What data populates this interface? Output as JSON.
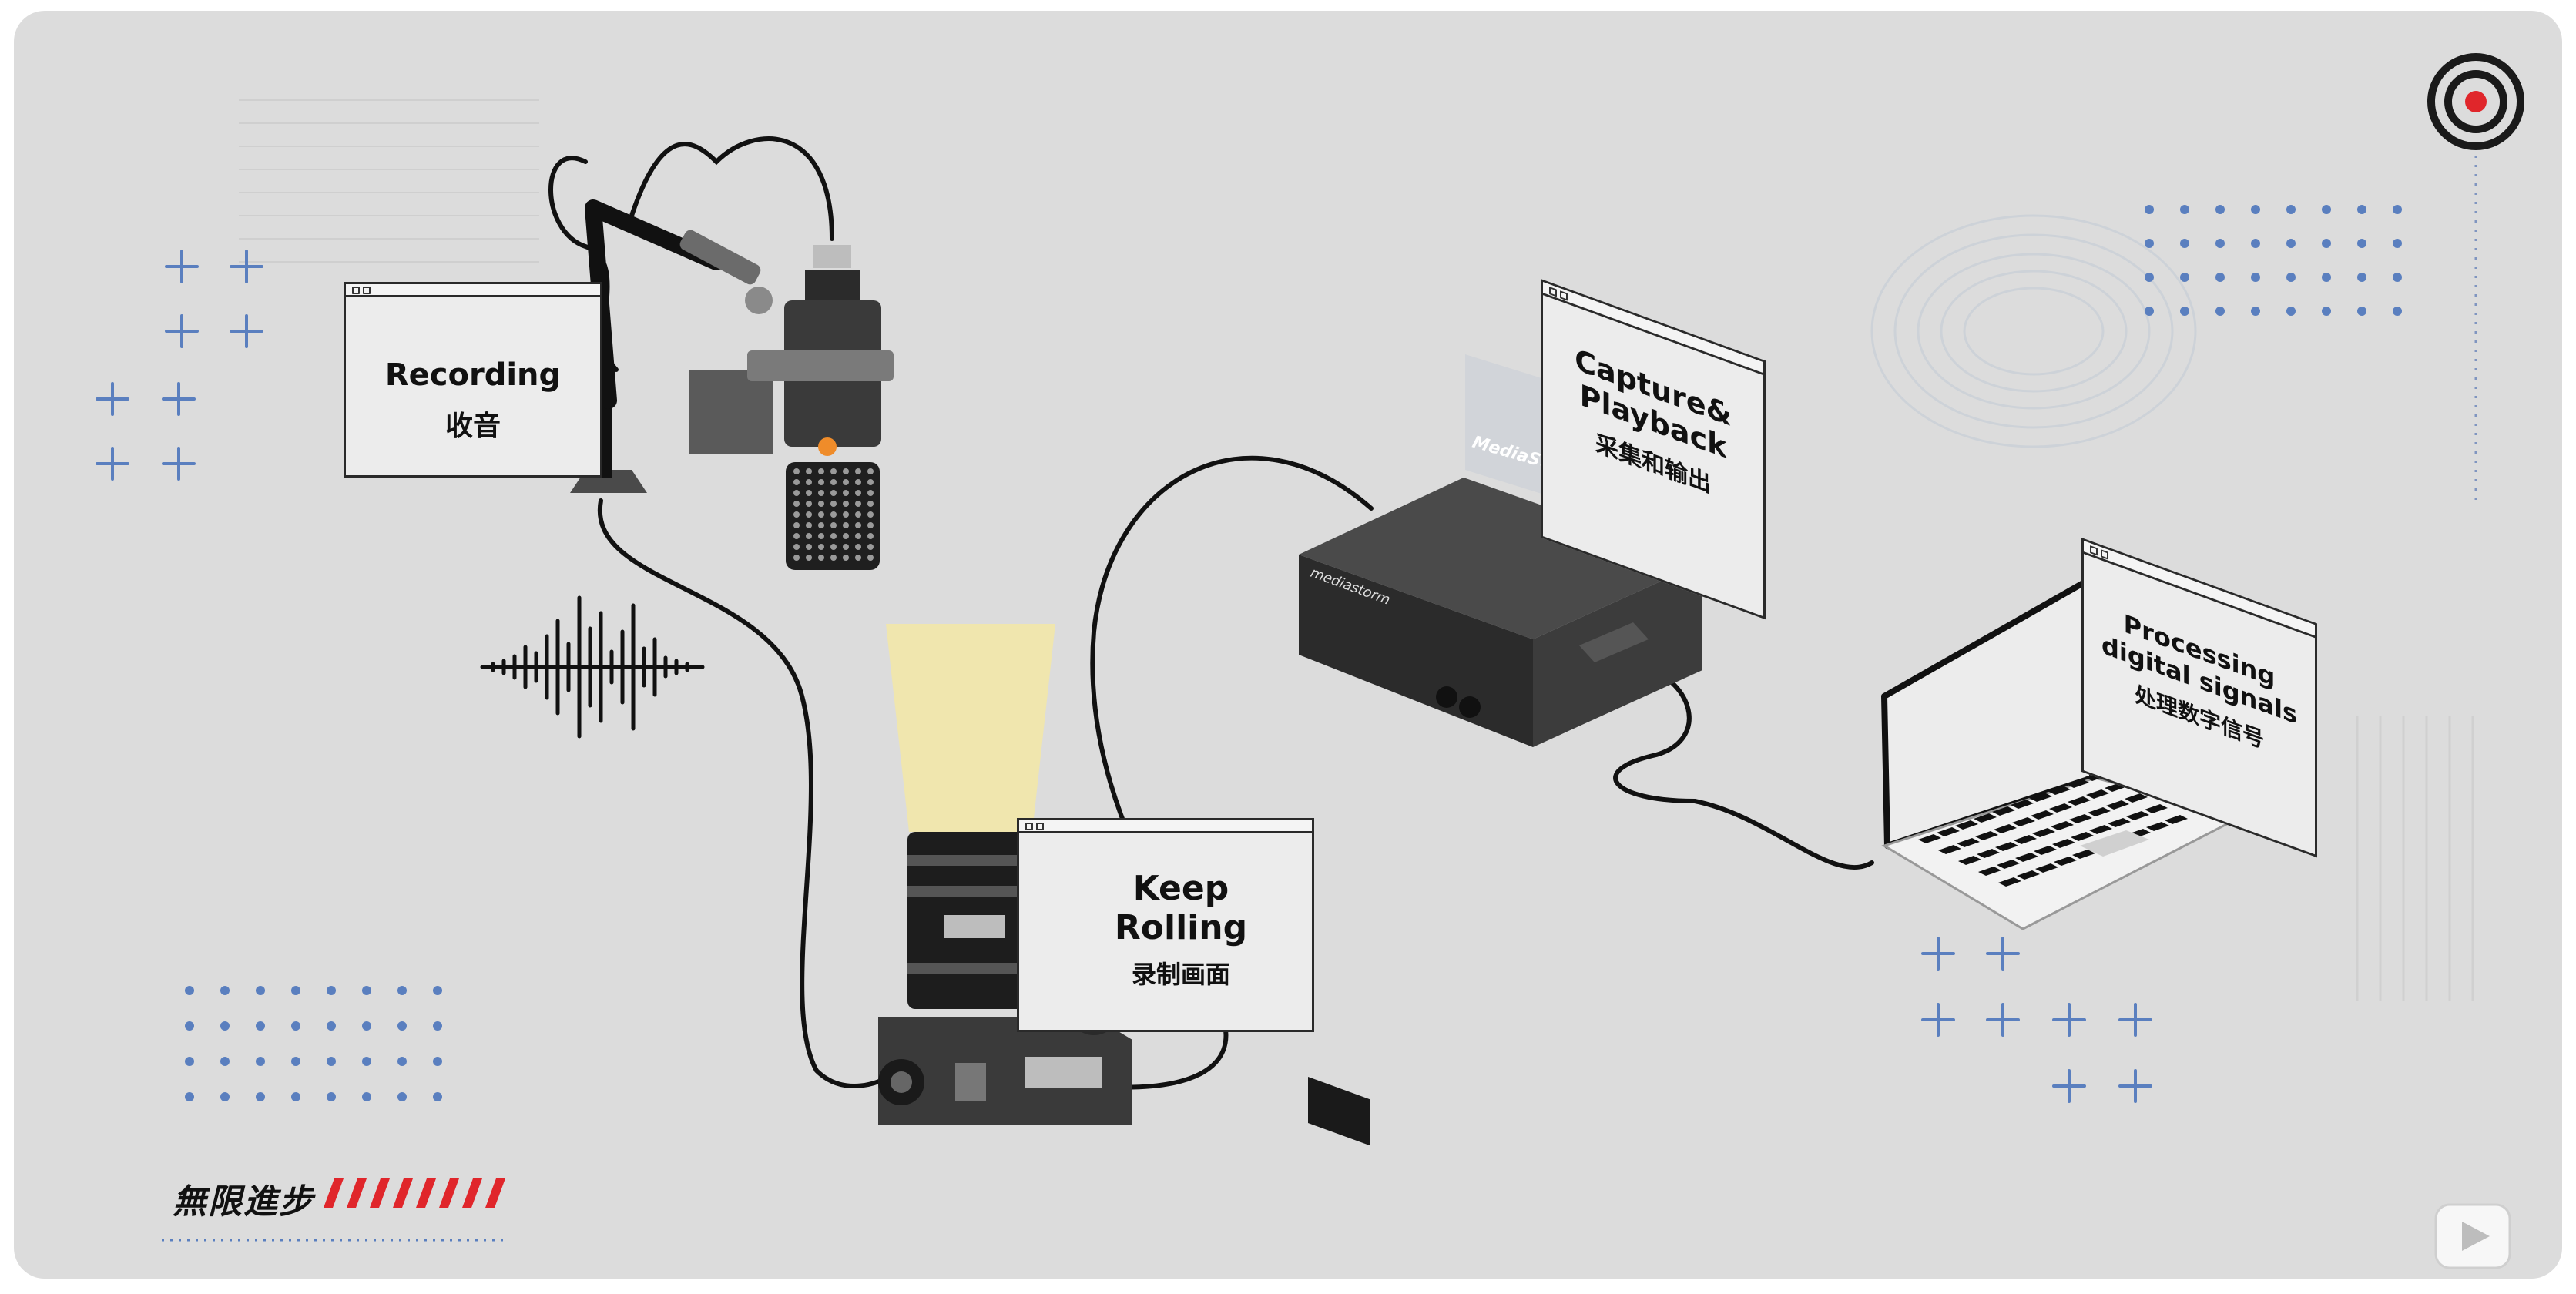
{
  "labels": {
    "recording": {
      "en": "Recording",
      "zh": "收音"
    },
    "keep_rolling": {
      "en_line1": "Keep",
      "en_line2": "Rolling",
      "zh": "录制画面"
    },
    "capture": {
      "en_line1": "Capture&",
      "en_line2": "Playback",
      "zh": "采集和输出"
    },
    "processing": {
      "en_line1": "Processing",
      "en_line2": "digital signals",
      "zh": "处理数字信号"
    }
  },
  "devices": {
    "card_brand": "MediaStorm",
    "box_brand": "mediastorm"
  },
  "brand": {
    "logo_text": "無限進步",
    "slash_count": 8
  },
  "icons": {
    "top_right": "target-logo-icon",
    "bottom_right": "tv-play-icon"
  },
  "colors": {
    "background": "#dcdcdc",
    "accent_red": "#e0262b",
    "accent_blue": "#5a7fbf",
    "light_beam": "#f3e7a6",
    "device_dark": "#2b2b2b"
  }
}
